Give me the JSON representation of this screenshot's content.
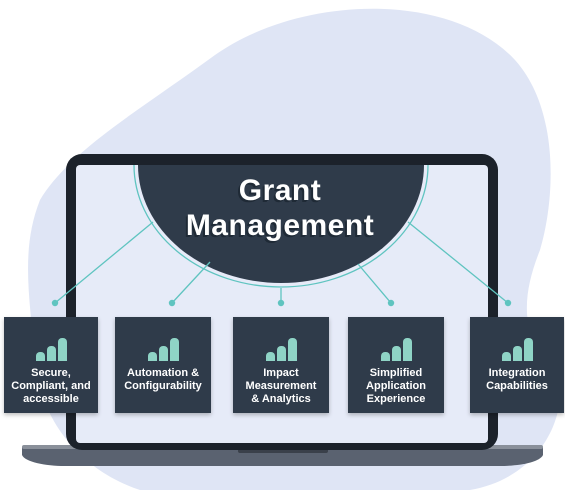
{
  "title": {
    "line1": "Grant",
    "line2": "Management"
  },
  "features": [
    {
      "label": "Secure,\nCompliant, and\naccessible"
    },
    {
      "label": "Automation &\nConfigurability"
    },
    {
      "label": "Impact\nMeasurement\n& Analytics"
    },
    {
      "label": "Simplified\nApplication\nExperience"
    },
    {
      "label": "Integration\nCapabilities"
    }
  ],
  "colors": {
    "navy": "#2f3b4a",
    "accent_teal": "#5fc4c0",
    "bar_mint": "#8fd4c6",
    "background_blob": "#dfe5f5",
    "screen_fill": "#e6ebf8"
  }
}
